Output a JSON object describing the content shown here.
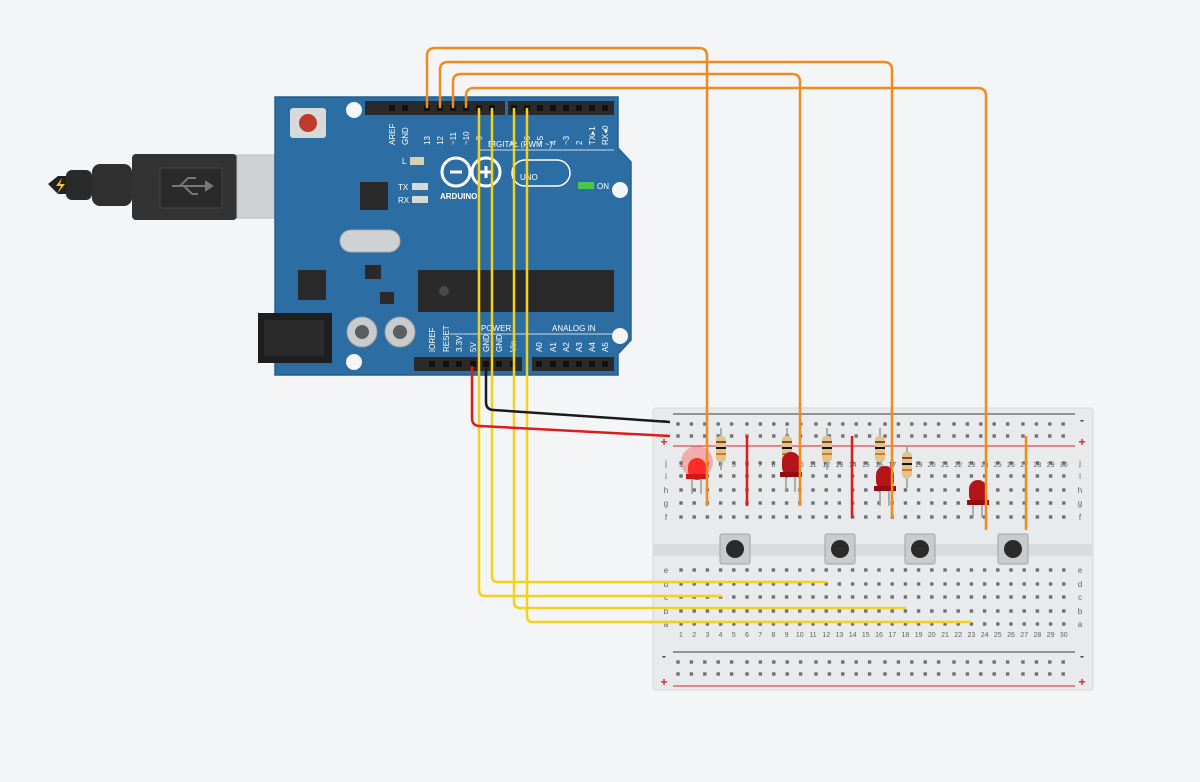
{
  "colors": {
    "background": "#f4f5f7",
    "board": "#2c6da3",
    "board_dark": "#1f5684",
    "header": "#2a2a2a",
    "wire_orange": "#f08c1e",
    "wire_yellow": "#f4d21c",
    "wire_red": "#e01b1b",
    "wire_black": "#1b1b1b",
    "led": "#b3151a",
    "breadboard": "#e9eaeb",
    "rail_red": "#d8262b",
    "rail_black": "#3a3a3a"
  },
  "arduino": {
    "top_labels": [
      "AREF",
      "GND",
      "13",
      "12",
      "~11",
      "~10",
      "~9",
      "8",
      "7",
      "~6",
      "~5",
      "4",
      "~3",
      "2",
      "TX▸1",
      "RX◂0"
    ],
    "digital_label": "DIGITAL (PWM ~)",
    "logo_text": "ARDUINO",
    "uno_text": "UNO",
    "on_label": "ON",
    "l_label": "L",
    "tx_label": "TX",
    "rx_label": "RX",
    "power_label": "POWER",
    "analog_label": "ANALOG IN",
    "power_pins": [
      "IOREF",
      "RESET",
      "3.3V",
      "5V",
      "GND",
      "GND",
      "Vin"
    ],
    "analog_pins": [
      "A0",
      "A1",
      "A2",
      "A3",
      "A4",
      "A5"
    ],
    "usb_icon": "usb-icon",
    "power_jack_icon": "dc-jack-icon"
  },
  "breadboard": {
    "columns": [
      "1",
      "2",
      "3",
      "4",
      "5",
      "6",
      "7",
      "8",
      "9",
      "10",
      "11",
      "12",
      "13",
      "14",
      "15",
      "16",
      "17",
      "18",
      "19",
      "20",
      "21",
      "22",
      "23",
      "24",
      "25",
      "26",
      "27",
      "28",
      "29",
      "30"
    ],
    "top_rows": [
      "j",
      "i",
      "h",
      "g",
      "f"
    ],
    "bottom_rows": [
      "e",
      "d",
      "c",
      "b",
      "a"
    ],
    "minus_sign": "-",
    "plus_sign": "+"
  }
}
